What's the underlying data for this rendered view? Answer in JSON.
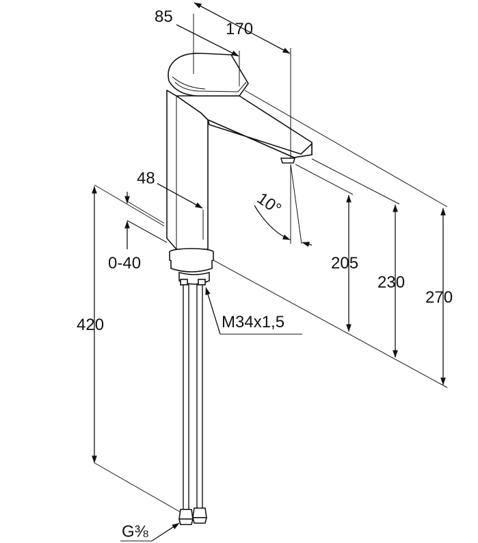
{
  "dimensions": {
    "spout_base_depth": "85",
    "spout_reach": "170",
    "body_width": "48",
    "swivel_angle": "10°",
    "spout_height": "205",
    "lever_height": "230",
    "overall_height": "270",
    "worktop_thickness": "0-40",
    "hose_length": "420",
    "mounting_thread": "M34x1,5",
    "connection_thread": "G⅜"
  },
  "colors": {
    "line": "#111111",
    "background": "#ffffff"
  }
}
